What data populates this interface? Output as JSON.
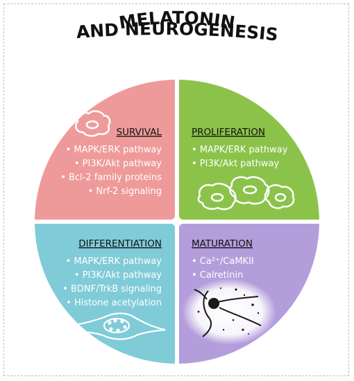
{
  "title": {
    "line1": "MELATONIN",
    "line2": "AND NEUROGENESIS"
  },
  "colors": {
    "survival": "#ef9a9a",
    "proliferation": "#8bc34a",
    "differentiation": "#80cbd8",
    "maturation": "#b39ddb"
  },
  "quadrants": {
    "survival": {
      "heading": "SURVIVAL",
      "items": [
        "MAPK/ERK pathway",
        "PI3K/Akt pathway",
        "Bcl-2 family proteins",
        "Nrf-2 signaling"
      ],
      "icon": "single-cell-icon"
    },
    "proliferation": {
      "heading": "PROLIFERATION",
      "items": [
        "MAPK/ERK pathway",
        "PI3K/Akt pathway"
      ],
      "icon": "dividing-cells-icon"
    },
    "differentiation": {
      "heading": "DIFFERENTIATION",
      "items": [
        "MAPK/ERK pathway",
        "PI3K/Akt pathway",
        "BDNF/TrkB signaling",
        "Histone acetylation"
      ],
      "icon": "elongated-cell-icon"
    },
    "maturation": {
      "heading": "MATURATION",
      "items": [
        "Ca²⁺/CaMKII",
        "Calretinin"
      ],
      "icon": "neuron-micrograph-icon"
    }
  }
}
